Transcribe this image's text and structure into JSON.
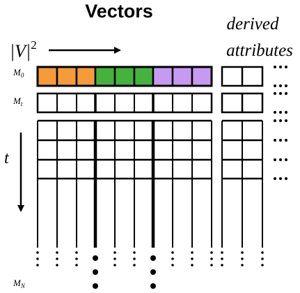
{
  "header": {
    "title": "Vectors",
    "size_label": "|V|",
    "size_exponent": "2"
  },
  "side_header": {
    "line1": "derived",
    "line2": "attributes"
  },
  "row_labels": {
    "first": "M",
    "first_sub": "0",
    "second": "M",
    "second_sub": "t",
    "last": "M",
    "last_sub": "N"
  },
  "axis_label": "t",
  "colors": {
    "group_a": "#f59b3a",
    "group_b": "#44b23c",
    "group_c": "#c79af2",
    "ink": "#000000"
  }
}
